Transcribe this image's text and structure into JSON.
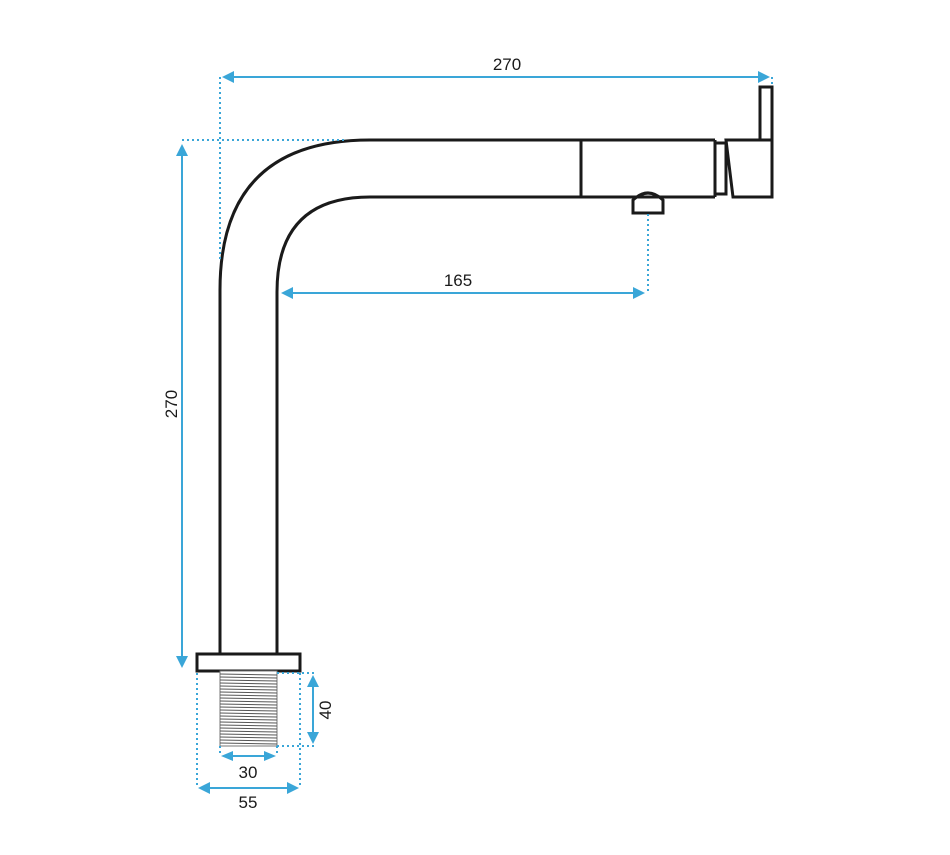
{
  "dimensions": {
    "overall_width": "270",
    "overall_height": "270",
    "spout_reach": "165",
    "thread_length": "40",
    "thread_diameter": "30",
    "base_diameter": "55"
  },
  "colors": {
    "dimension_line": "#3aa6d8",
    "outline": "#1a1a1a"
  }
}
